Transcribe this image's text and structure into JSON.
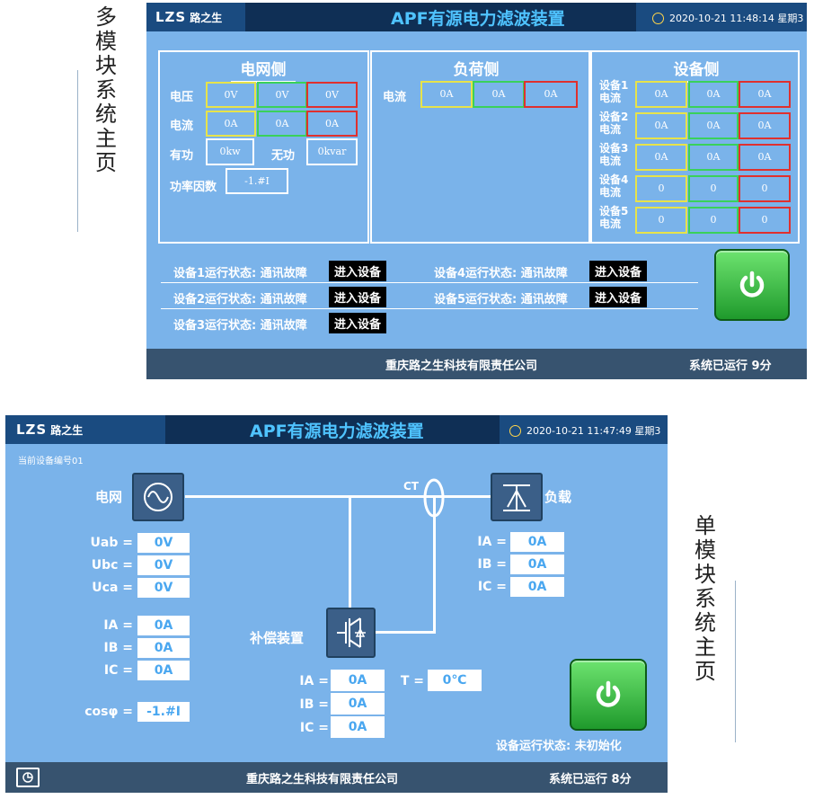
{
  "side_labels": {
    "multi": "多模块系统主页",
    "single": "单模块系统主页"
  },
  "multi": {
    "logo": "LZS",
    "logo_sub": "路之生",
    "title": "APF有源电力滤波装置",
    "datetime": "2020-10-21  11:48:14  星期3",
    "grid_title": "电网侧",
    "load_title": "负荷侧",
    "device_title": "设备侧",
    "grid": {
      "voltage_label": "电压",
      "current_label": "电流",
      "voltage": [
        "0V",
        "0V",
        "0V"
      ],
      "current": [
        "0A",
        "0A",
        "0A"
      ],
      "active_label": "有功",
      "active_value": "0kw",
      "reactive_label": "无功",
      "reactive_value": "0kvar",
      "pf_label": "功率因数",
      "pf_value": "-1.#I"
    },
    "load": {
      "current_label": "电流",
      "current": [
        "0A",
        "0A",
        "0A"
      ]
    },
    "devices": [
      {
        "label": "设备1",
        "sub": "电流",
        "values": [
          "0A",
          "0A",
          "0A"
        ]
      },
      {
        "label": "设备2",
        "sub": "电流",
        "values": [
          "0A",
          "0A",
          "0A"
        ]
      },
      {
        "label": "设备3",
        "sub": "电流",
        "values": [
          "0A",
          "0A",
          "0A"
        ]
      },
      {
        "label": "设备4",
        "sub": "电流",
        "values": [
          "0",
          "0",
          "0"
        ]
      },
      {
        "label": "设备5",
        "sub": "电流",
        "values": [
          "0",
          "0",
          "0"
        ]
      }
    ],
    "status_rows": [
      {
        "text": "设备1运行状态: 通讯故障",
        "button": "进入设备"
      },
      {
        "text": "设备2运行状态: 通讯故障",
        "button": "进入设备"
      },
      {
        "text": "设备3运行状态: 通讯故障",
        "button": "进入设备"
      },
      {
        "text": "设备4运行状态: 通讯故障",
        "button": "进入设备"
      },
      {
        "text": "设备5运行状态: 通讯故障",
        "button": "进入设备"
      }
    ],
    "company": "重庆路之生科技有限责任公司",
    "uptime": "系统已运行  9分"
  },
  "single": {
    "logo": "LZS",
    "logo_sub": "路之生",
    "title": "APF有源电力滤波装置",
    "datetime": "2020-10-21  11:47:49  星期3",
    "device_no": "当前设备编号01",
    "grid_label": "电网",
    "load_label": "负载",
    "comp_label": "补偿装置",
    "ct_label": "CT",
    "grid_voltages": [
      {
        "label": "Uab =",
        "value": "0V"
      },
      {
        "label": "Ubc =",
        "value": "0V"
      },
      {
        "label": "Uca =",
        "value": "0V"
      }
    ],
    "grid_currents": [
      {
        "label": "IA =",
        "value": "0A"
      },
      {
        "label": "IB =",
        "value": "0A"
      },
      {
        "label": "IC =",
        "value": "0A"
      }
    ],
    "cos_label": "cosφ =",
    "cos_value": "-1.#I",
    "load_currents": [
      {
        "label": "IA =",
        "value": "0A"
      },
      {
        "label": "IB =",
        "value": "0A"
      },
      {
        "label": "IC =",
        "value": "0A"
      }
    ],
    "comp_currents": [
      {
        "label": "IA =",
        "value": "0A"
      },
      {
        "label": "IB =",
        "value": "0A"
      },
      {
        "label": "IC =",
        "value": "0A"
      }
    ],
    "temp_label": "T =",
    "temp_value": "0℃",
    "run_status": "设备运行状态: 未初始化",
    "company": "重庆路之生科技有限责任公司",
    "uptime": "系统已运行  8分"
  },
  "colors": {
    "panel_bg": "#7ab3ea",
    "topbar": "#0f2f55",
    "title_blue": "#4fc3ff",
    "phase_a": "#e7e34a",
    "phase_b": "#3ad15a",
    "phase_c": "#e0302e",
    "power_green": "#1f9a2c"
  },
  "icons": [
    "clock-icon",
    "power-icon",
    "sine-wave-icon",
    "load-diode-icon",
    "igbt-icon",
    "ct-coil-icon",
    "chart-icon"
  ]
}
